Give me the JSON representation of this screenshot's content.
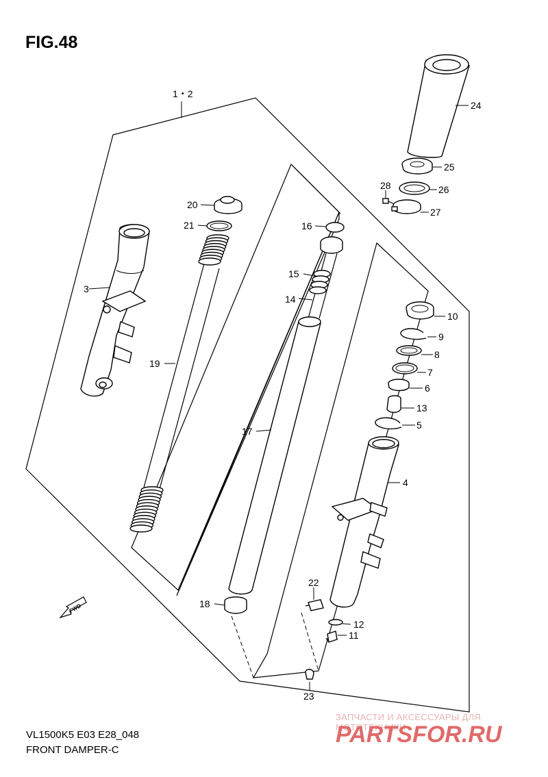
{
  "figure": {
    "title": "FIG.48",
    "model_code": "VL1500K5 E03 E28_048",
    "caption": "FRONT DAMPER-C",
    "assembly_label": "1・2",
    "direction_label": "FWD"
  },
  "callouts": {
    "p3": "3",
    "p4": "4",
    "p5": "5",
    "p6": "6",
    "p7": "7",
    "p8": "8",
    "p9": "9",
    "p10": "10",
    "p11": "11",
    "p12": "12",
    "p13": "13",
    "p14": "14",
    "p15": "15",
    "p16": "16",
    "p17": "17",
    "p18": "18",
    "p19": "19",
    "p20": "20",
    "p21": "21",
    "p22": "22",
    "p23": "23",
    "p24": "24",
    "p25": "25",
    "p26": "26",
    "p27": "27",
    "p28": "28"
  },
  "watermark": {
    "tagline": "ЗАПЧАСТИ И АКСЕССУАРЫ ДЛЯ МОТОТЕХНИКИ",
    "logo": "PARTSFOR.RU",
    "logo_color": "#e06a6a"
  }
}
